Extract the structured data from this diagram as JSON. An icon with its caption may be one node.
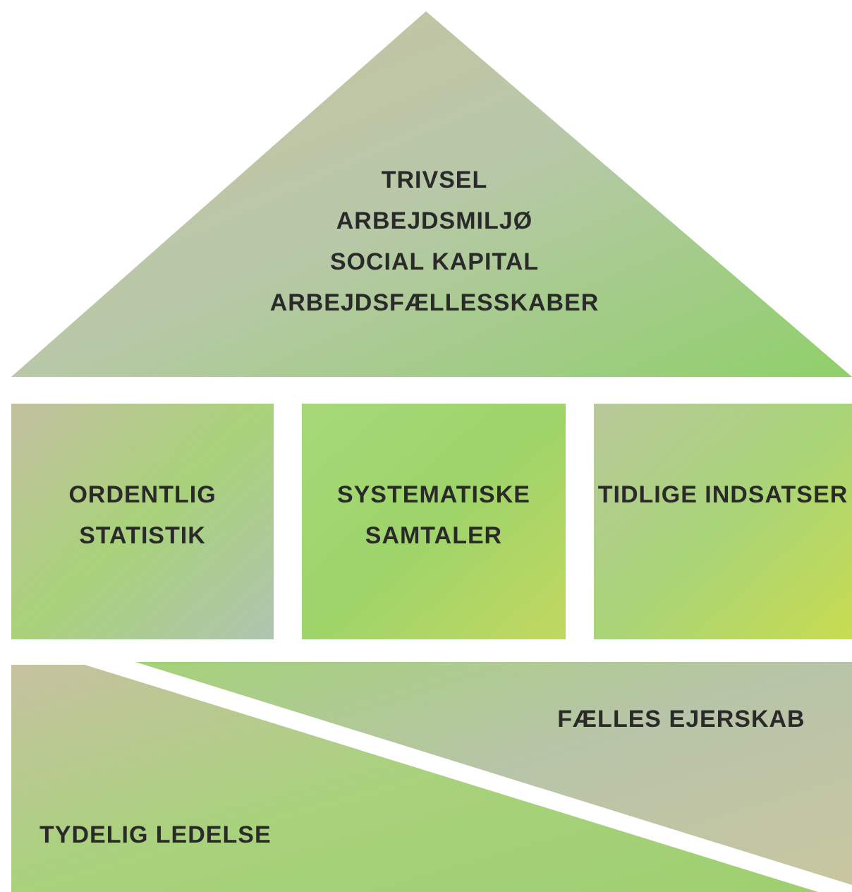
{
  "diagram": {
    "nodes": [
      {
        "text": [
          "TRIVSEL",
          "ARBEJDSMILJØ",
          "SOCIAL KAPITAL",
          "ARBEJDSFÆLLESSKABER"
        ]
      },
      {
        "text": [
          "ORDENTLIG STATISTIK"
        ]
      },
      {
        "text": [
          "SYSTEMATISKE SAMTALER"
        ]
      },
      {
        "text": [
          "TIDLIGE INDSATSER"
        ]
      },
      {
        "text": [
          "FÆLLES EJERSKAB"
        ]
      },
      {
        "text": [
          "TYDELIG LEDELSE"
        ]
      }
    ]
  }
}
